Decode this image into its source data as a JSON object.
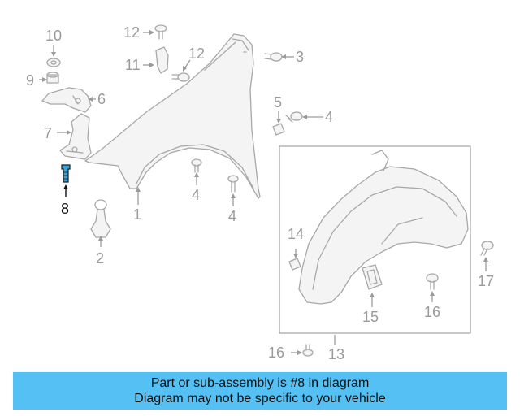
{
  "callouts": {
    "c1": "1",
    "c2": "2",
    "c3": "3",
    "c4a": "4",
    "c4b": "4",
    "c4c": "4",
    "c5": "5",
    "c6": "6",
    "c7": "7",
    "c8": "8",
    "c9": "9",
    "c10": "10",
    "c11": "11",
    "c12a": "12",
    "c12b": "12",
    "c13": "13",
    "c14": "14",
    "c15": "15",
    "c16a": "16",
    "c16b": "16",
    "c17": "17"
  },
  "highlight": {
    "part_number": "8",
    "color": "#111111",
    "part_color": "#3aa3d8"
  },
  "banner": {
    "line1": "Part or sub-assembly is #8 in diagram",
    "line2": "Diagram may not be specific to your vehicle",
    "color": "#54c0f3"
  }
}
